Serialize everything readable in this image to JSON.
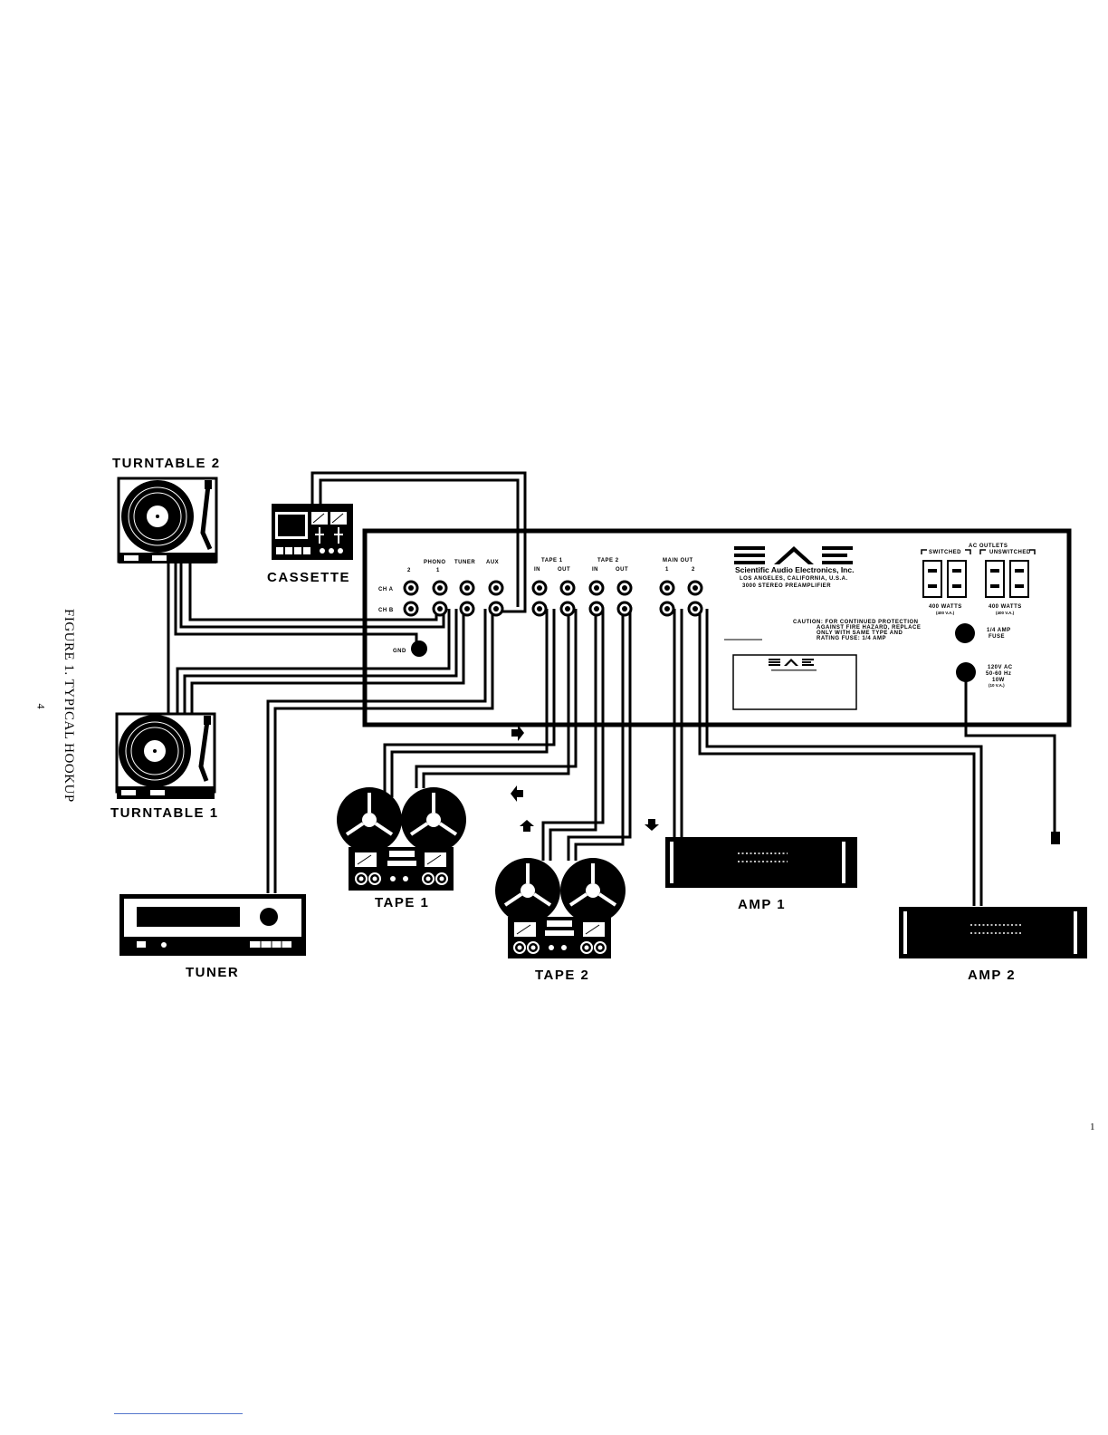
{
  "figure": {
    "caption": "FIGURE 1. TYPICAL HOOKUP",
    "page_number": "4",
    "corner_mark": "1"
  },
  "devices": {
    "turntable2": "TURNTABLE 2",
    "turntable1": "TURNTABLE 1",
    "cassette": "CASSETTE",
    "tuner": "TUNER",
    "tape1": "TAPE 1",
    "tape2": "TAPE 2",
    "amp1": "AMP 1",
    "amp2": "AMP 2"
  },
  "preamp": {
    "brand_logo": "SAE",
    "company": "Scientific Audio Electronics, Inc.",
    "location": "LOS ANGELES, CALIFORNIA, U.S.A.",
    "model": "3000 STEREO PREAMPLIFIER",
    "phono_label": "PHONO",
    "phono_2": "2",
    "phono_1": "1",
    "tuner_label": "TUNER",
    "aux_label": "AUX",
    "tape1_label": "TAPE 1",
    "tape2_label": "TAPE 2",
    "tape1_in": "IN",
    "tape1_out": "OUT",
    "tape2_in": "IN",
    "tape2_out": "OUT",
    "main_out_label": "MAIN OUT",
    "main_1": "1",
    "main_2": "2",
    "ch_a": "CH A",
    "ch_b": "CH B",
    "gnd": "GND",
    "ac_outlets": "AC OUTLETS",
    "switched": "SWITCHED",
    "unswitched": "UNSWITCHED",
    "watts_switched": "400 WATTS",
    "va_switched": "(400 V.A.)",
    "watts_unswitched": "400 WATTS",
    "va_unswitched": "(400 V.A.)",
    "caution_1": "CAUTION: FOR CONTINUED PROTECTION",
    "caution_2": "AGAINST FIRE HAZARD, REPLACE",
    "caution_3": "ONLY WITH SAME TYPE AND",
    "caution_4": "RATING FUSE: 1/4 AMP",
    "fuse_1": "1/4 AMP",
    "fuse_2": "FUSE",
    "power_1": "120V AC",
    "power_2": "50-60 Hz",
    "power_3": "10W",
    "power_4": "(10 V.A.)"
  }
}
